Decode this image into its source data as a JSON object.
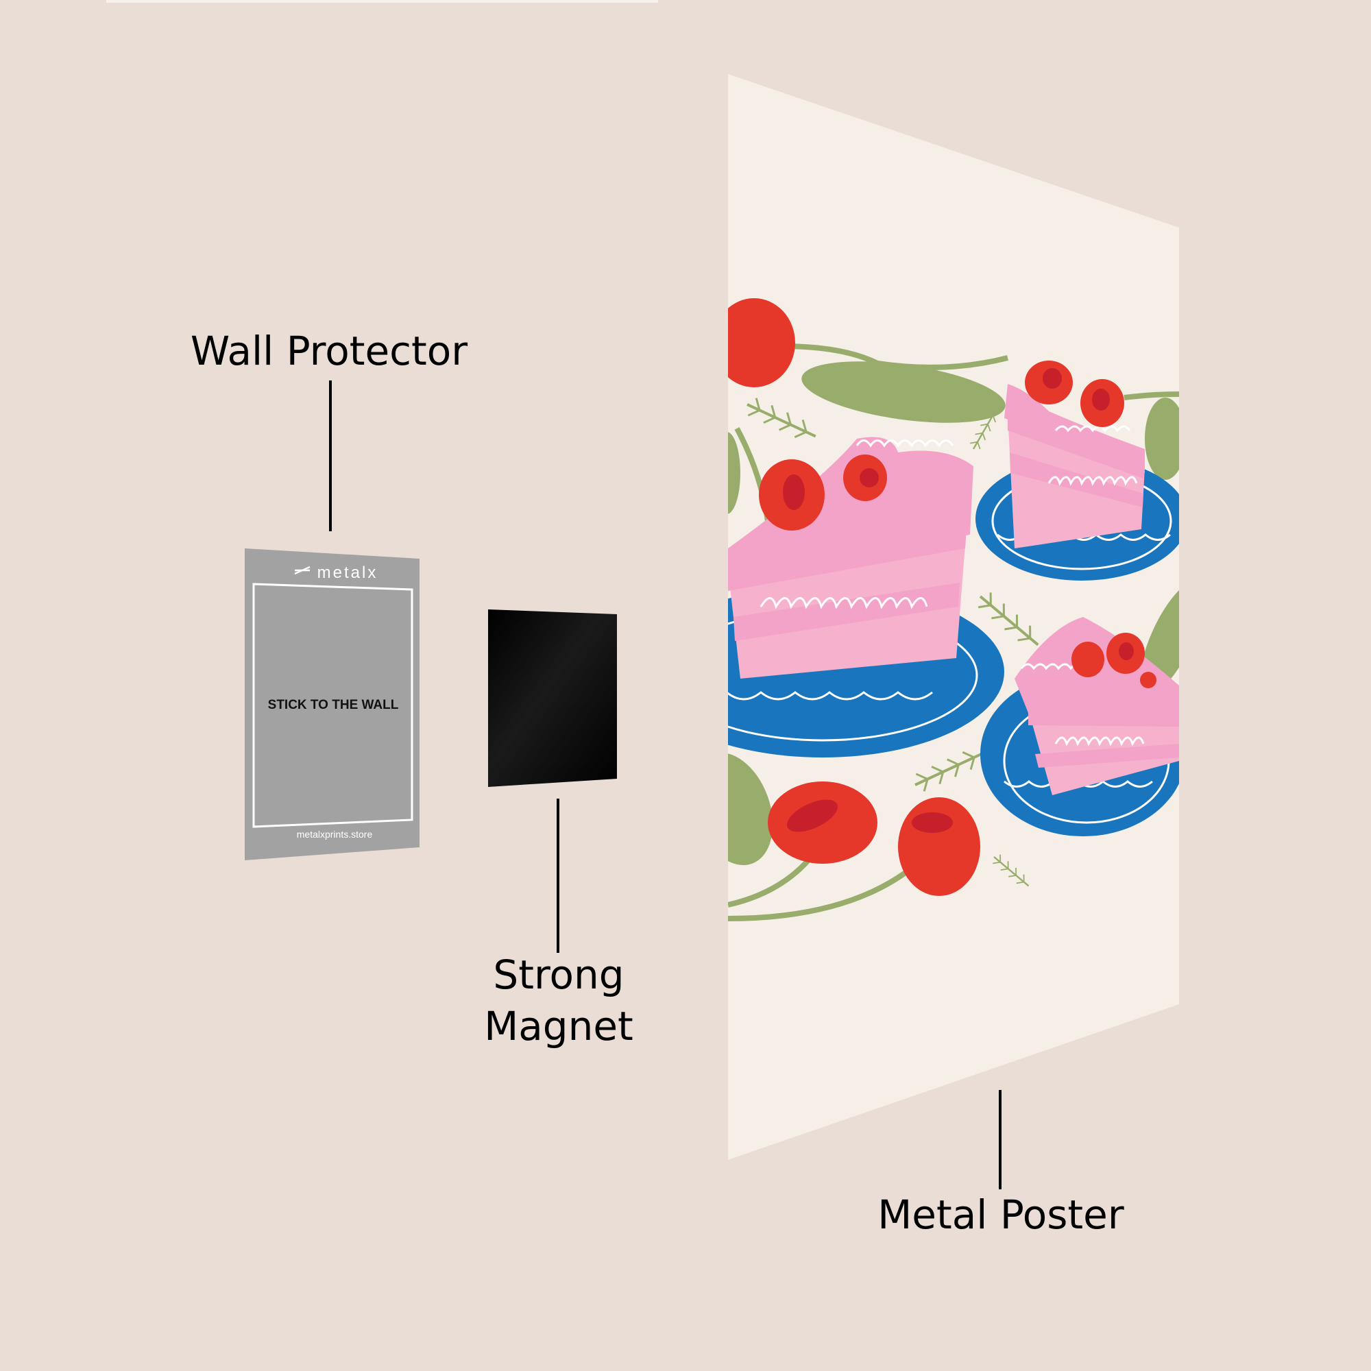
{
  "labels": {
    "wall_protector": "Wall Protector",
    "strong_magnet_line1": "Strong",
    "strong_magnet_line2": "Magnet",
    "metal_poster": "Metal Poster"
  },
  "protector": {
    "brand": "metalx",
    "instruction": "STICK TO THE WALL",
    "website": "metalxprints.store"
  },
  "colors": {
    "background": "#e9ddd5",
    "protector_gray": "#a2a2a2",
    "magnet_black": "#050505",
    "poster_base": "#f6efe8",
    "plate_blue": "#1976be",
    "cake_pink": "#f3a3c8",
    "cherry_red": "#e5382b",
    "leaf_green": "#98ad6c"
  }
}
